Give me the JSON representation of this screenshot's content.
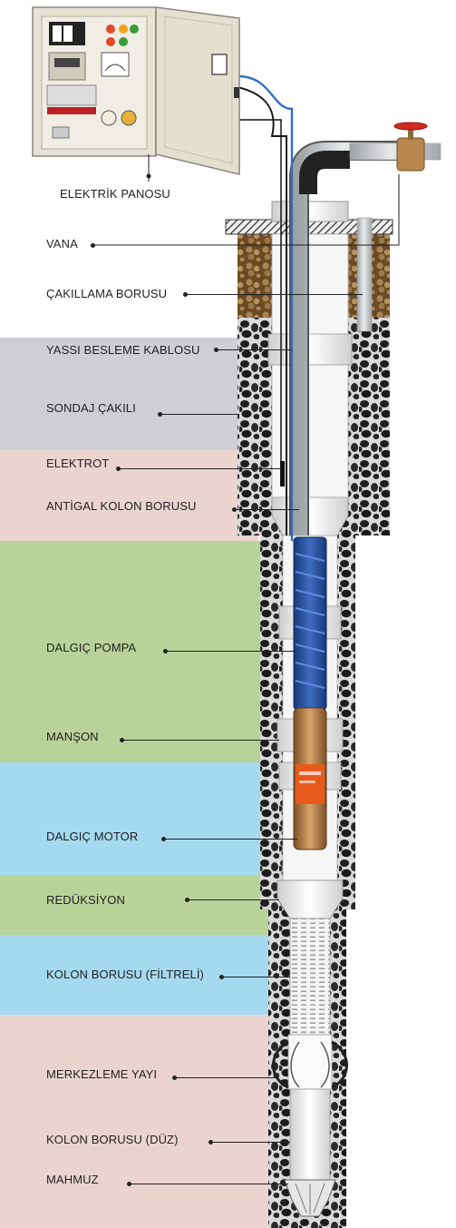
{
  "colors": {
    "band_gray": "#cfcfd3",
    "band_pink": "#ebd4d0",
    "band_green": "#b8d29a",
    "band_blue": "#a5d9f0",
    "soil": "#2b2b2b",
    "gravel": "#8a6a3c",
    "pipe": "#c9ccce",
    "pump_blue": "#2a4f9c",
    "motor_bronze": "#b9814a",
    "motor_label": "#e85a1c"
  },
  "icons": {
    "panel": "electric-panel-icon",
    "valve": "valve-icon"
  },
  "labels": {
    "elektrik_panosu": "ELEKTRİK PANOSU",
    "vana": "VANA",
    "cakillama_borusu": "ÇAKILLAMA BORUSU",
    "yassi_besleme_kablosu": "YASSI BESLEME KABLOSU",
    "sondaj_cakili": "SONDAJ ÇAKILI",
    "elektrot": "ELEKTROT",
    "antigal_kolon_borusu": "ANTİGAL KOLON BORUSU",
    "dalgic_pompa": "DALGIÇ POMPA",
    "manson": "MANŞON",
    "dalgic_motor": "DALGIÇ MOTOR",
    "reduksiyon": "REDÜKSİYON",
    "kolon_borusu_filtreli": "KOLON BORUSU (FİLTRELİ)",
    "merkezleme_yayi": "MERKEZLEME YAYI",
    "kolon_borusu_duz": "KOLON BORUSU (DÜZ)",
    "mahmuz": "MAHMUZ"
  }
}
